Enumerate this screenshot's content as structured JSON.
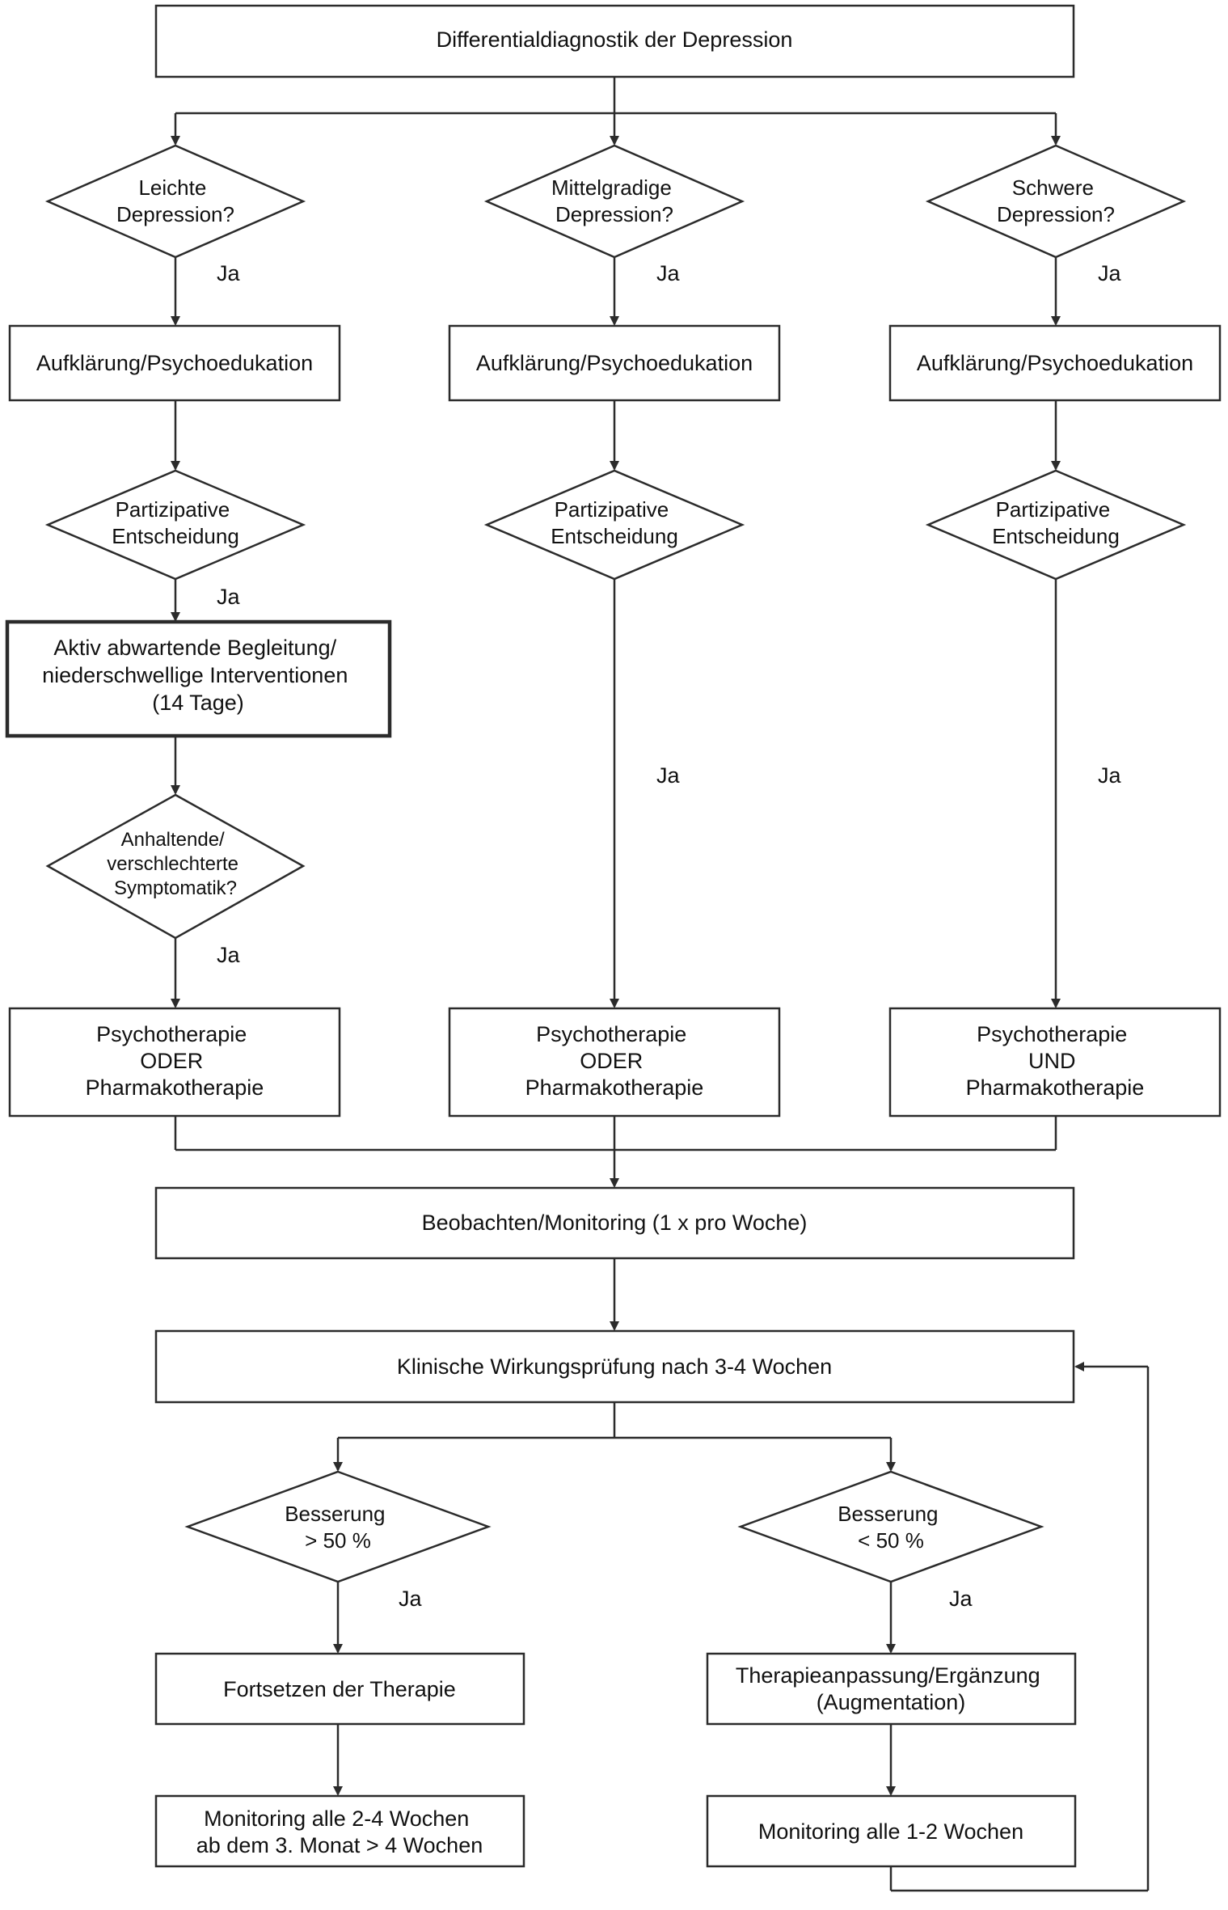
{
  "title": "Differentialdiagnostik der Depression",
  "yes_label": "Ja",
  "columns": [
    {
      "severity_question": [
        "Leichte",
        "Depression?"
      ],
      "education": "Aufklärung/Psychoedukation",
      "shared_decision": [
        "Partizipative",
        "Entscheidung"
      ],
      "watchful_waiting": [
        "Aktiv abwartende Begleitung/",
        "niederschwellige Interventionen",
        "(14 Tage)"
      ],
      "persistent_question": [
        "Anhaltende/",
        "verschlechterte",
        "Symptomatik?"
      ],
      "therapy": [
        "Psychotherapie",
        "ODER",
        "Pharmakotherapie"
      ]
    },
    {
      "severity_question": [
        "Mittelgradige",
        "Depression?"
      ],
      "education": "Aufklärung/Psychoedukation",
      "shared_decision": [
        "Partizipative",
        "Entscheidung"
      ],
      "therapy": [
        "Psychotherapie",
        "ODER",
        "Pharmakotherapie"
      ]
    },
    {
      "severity_question": [
        "Schwere",
        "Depression?"
      ],
      "education": "Aufklärung/Psychoedukation",
      "shared_decision": [
        "Partizipative",
        "Entscheidung"
      ],
      "therapy": [
        "Psychotherapie",
        "UND",
        "Pharmakotherapie"
      ]
    }
  ],
  "monitoring_weekly": "Beobachten/Monitoring (1 x pro Woche)",
  "clinical_check": "Klinische Wirkungsprüfung nach 3-4 Wochen",
  "improvement_high": {
    "question": [
      "Besserung",
      "> 50 %"
    ],
    "action": "Fortsetzen der Therapie",
    "monitoring": [
      "Monitoring alle 2-4 Wochen",
      "ab dem 3. Monat > 4 Wochen"
    ]
  },
  "improvement_low": {
    "question": [
      "Besserung",
      "< 50 %"
    ],
    "action": [
      "Therapieanpassung/Ergänzung",
      "(Augmentation)"
    ],
    "monitoring": "Monitoring alle 1-2 Wochen"
  },
  "colors": {
    "line": "#2b2b2b",
    "fill": "#ffffff",
    "text": "#111111"
  }
}
